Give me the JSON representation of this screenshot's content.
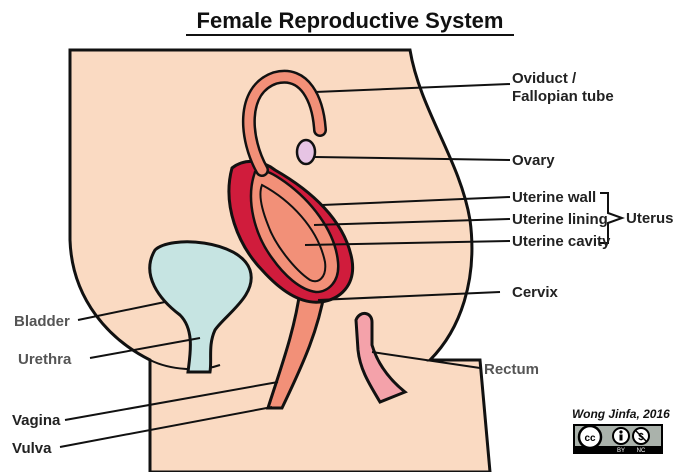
{
  "title": "Female Reproductive System",
  "labels": {
    "oviduct": [
      "Oviduct /",
      "Fallopian tube"
    ],
    "ovary": "Ovary",
    "uterine_wall": "Uterine wall",
    "uterine_lining": "Uterine lining",
    "uterine_cavity": "Uterine cavity",
    "uterus": "Uterus",
    "cervix": "Cervix",
    "rectum": "Rectum",
    "bladder": "Bladder",
    "urethra": "Urethra",
    "vagina": "Vagina",
    "vulva": "Vulva"
  },
  "credit": "Wong Jinfa, 2016",
  "license": {
    "by": "BY",
    "nc": "NC",
    "cc": "cc"
  },
  "colors": {
    "skin": "#fadac2",
    "wall": "#d01c3c",
    "lining": "#f29078",
    "bladder": "#c6e4e2",
    "ovary": "#e6c4e4",
    "rectum": "#f4a2aa"
  }
}
